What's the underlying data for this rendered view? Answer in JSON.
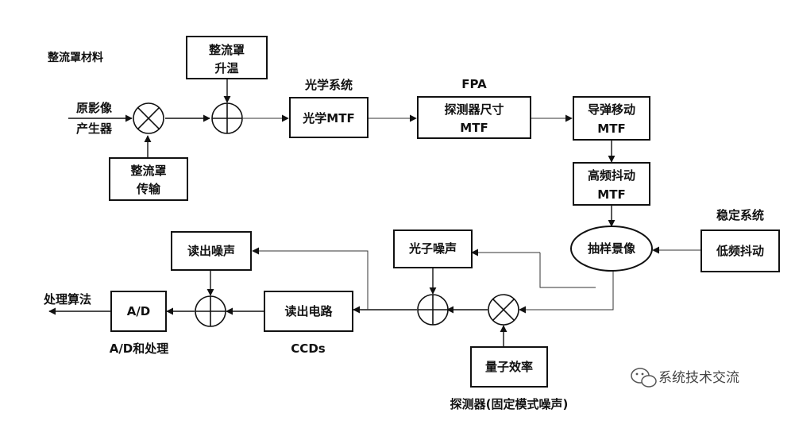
{
  "labels": {
    "material": "整流罩材料",
    "source_1": "原影像",
    "source_2": "产生器",
    "heat_1": "整流罩",
    "heat_2": "升温",
    "trans_1": "整流罩",
    "trans_2": "传输",
    "optics_title": "光学系统",
    "optics_mtf": "光学MTF",
    "fpa_title": "FPA",
    "det_1": "探测器尺寸",
    "det_2": "MTF",
    "missile_1": "导弹移动",
    "missile_2": "MTF",
    "jitter_1": "高频抖动",
    "jitter_2": "MTF",
    "sampling": "抽样景像",
    "stab_title": "稳定系统",
    "low_jitter": "低频抖动",
    "photon_noise": "光子噪声",
    "quantum": "量子效率",
    "detector_caption": "探测器(固定模式噪声)",
    "read_noise": "读出噪声",
    "read_circuit": "读出电路",
    "ccds": "CCDs",
    "ad": "A/D",
    "ad_caption": "A/D和处理",
    "algo": "处理算法",
    "watermark": "系统技术交流"
  },
  "icons": {
    "multiplier": "circle-cross-icon",
    "adder": "circle-plus-icon",
    "watermark": "wechat-icon"
  }
}
